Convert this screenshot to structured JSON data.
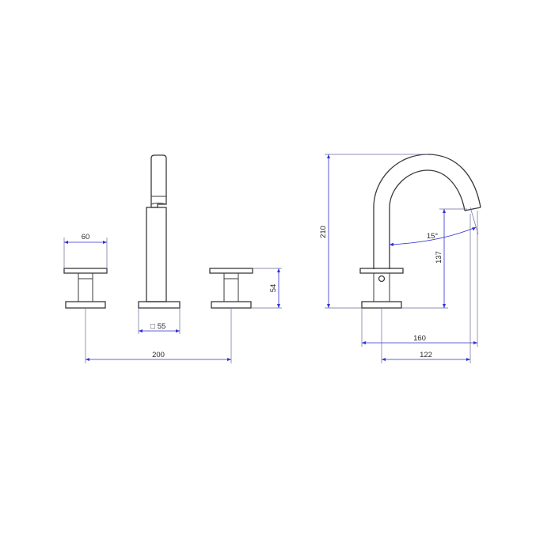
{
  "dimensions": {
    "handle_width": "60",
    "base_square": "55",
    "spread": "200",
    "handle_height": "54",
    "total_height": "210",
    "spout_height": "137",
    "spout_angle": "15°",
    "spout_reach_total": "160",
    "spout_reach": "122",
    "square_symbol": "□"
  },
  "colors": {
    "object_line": "#3a3a3a",
    "dimension_line": "#2f2fd6",
    "text": "#2b2b2b"
  }
}
